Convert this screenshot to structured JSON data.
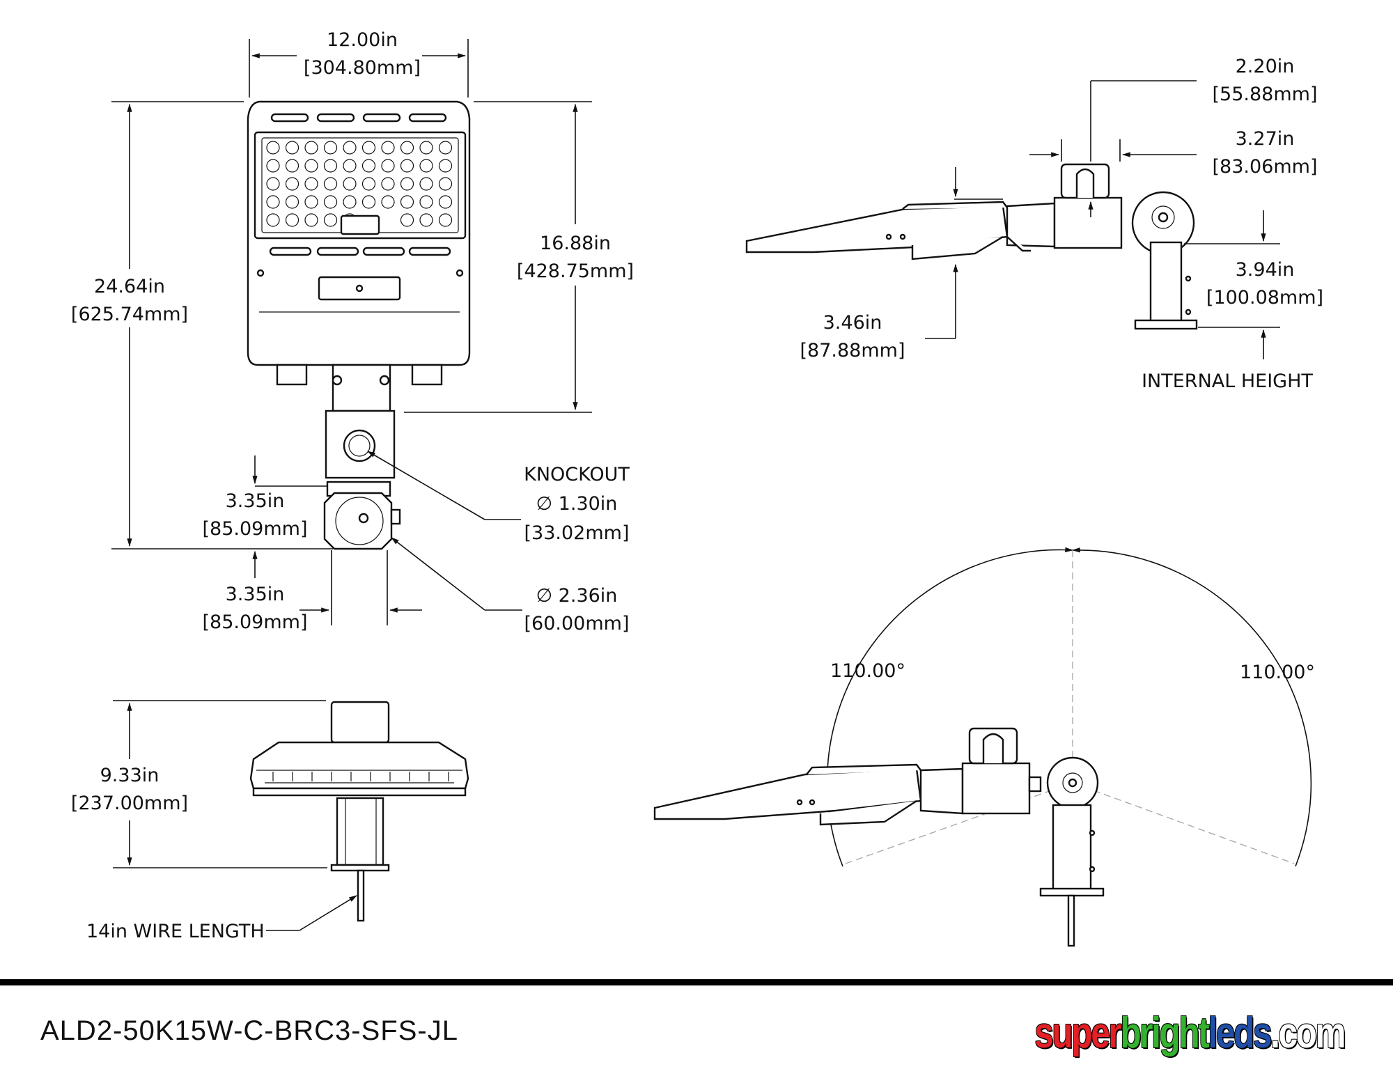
{
  "dimensions": {
    "width_in": "12.00in",
    "width_mm": "[304.80mm]",
    "overall_height_in": "24.64in",
    "overall_height_mm": "[625.74mm]",
    "head_height_in": "16.88in",
    "head_height_mm": "[428.75mm]",
    "mount_upper_in": "3.35in",
    "mount_upper_mm": "[85.09mm]",
    "mount_width_in": "3.35in",
    "mount_width_mm": "[85.09mm]",
    "knockout_label": "KNOCKOUT",
    "knockout_dia_in": "∅ 1.30in",
    "knockout_dia_mm": "[33.02mm]",
    "hub_dia_in": "∅ 2.36in",
    "hub_dia_mm": "[60.00mm]",
    "side_top_in": "2.20in",
    "side_top_mm": "[55.88mm]",
    "side_box_in": "3.27in",
    "side_box_mm": "[83.06mm]",
    "side_thickness_in": "3.46in",
    "side_thickness_mm": "[87.88mm]",
    "internal_in": "3.94in",
    "internal_mm": "[100.08mm]",
    "internal_label": "INTERNAL HEIGHT",
    "bottom_height_in": "9.33in",
    "bottom_height_mm": "[237.00mm]",
    "wire_label": "14in WIRE LENGTH",
    "angle_left": "110.00°",
    "angle_right": "110.00°"
  },
  "footer": {
    "model": "ALD2-50K15W-C-BRC3-SFS-JL",
    "brand_parts": [
      "super",
      "bright",
      "leds",
      ".com"
    ],
    "brand_colors": [
      "#e32026",
      "#35b22f",
      "#1f4fa8",
      "#ffffff"
    ]
  }
}
